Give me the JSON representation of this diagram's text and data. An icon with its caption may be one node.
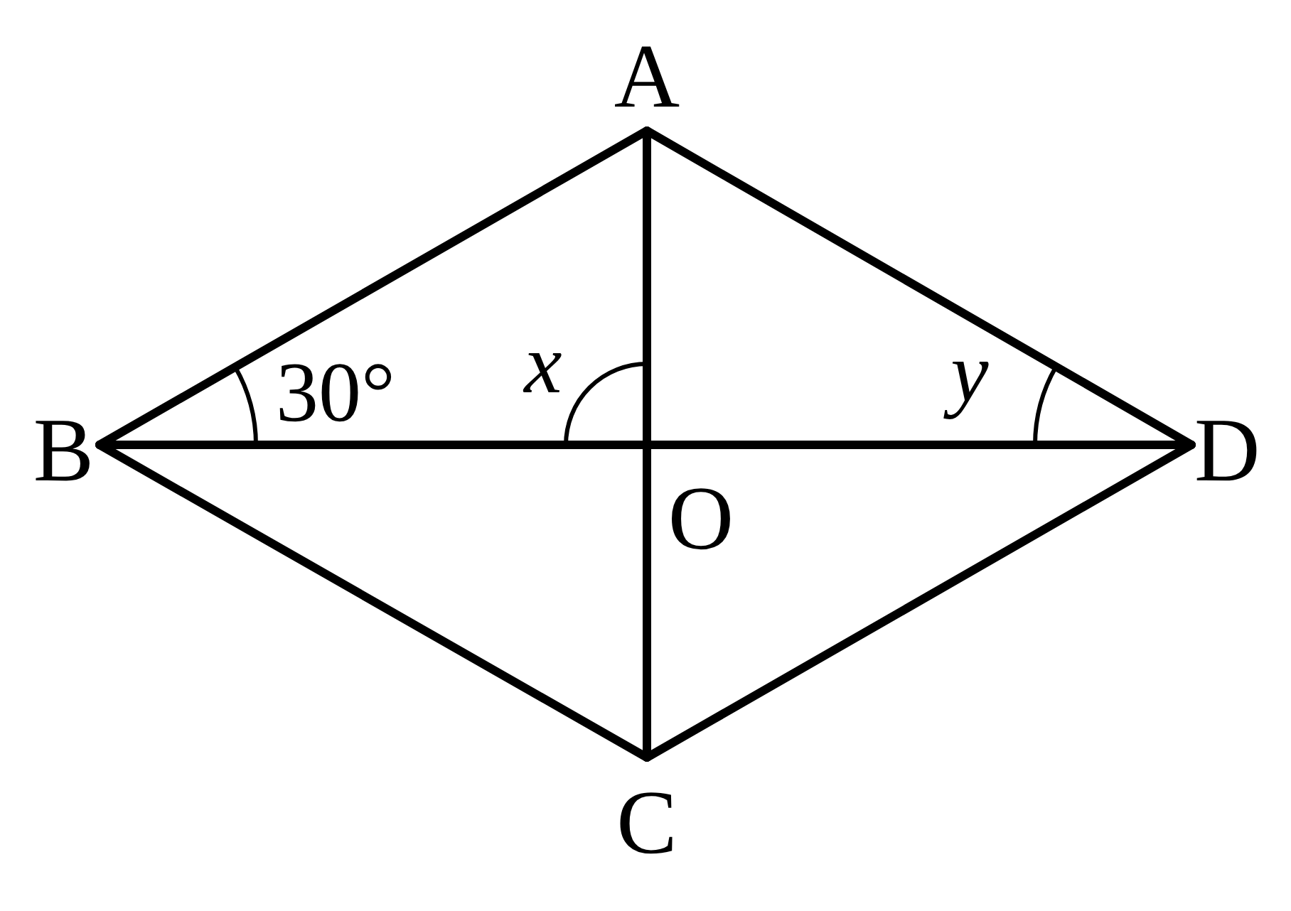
{
  "diagram": {
    "nodes": [
      {
        "text": [
          "A"
        ]
      },
      {
        "text": [
          "B"
        ]
      },
      {
        "text": [
          "C"
        ]
      },
      {
        "text": [
          "D"
        ]
      },
      {
        "text": [
          "O"
        ]
      }
    ],
    "edges": [
      {
        "from": 0,
        "to": 1,
        "arrow": "none"
      },
      {
        "from": 0,
        "to": 3,
        "arrow": "none"
      },
      {
        "from": 1,
        "to": 2,
        "arrow": "none"
      },
      {
        "from": 2,
        "to": 3,
        "arrow": "none"
      },
      {
        "from": 0,
        "to": 2,
        "arrow": "none"
      },
      {
        "from": 1,
        "to": 3,
        "arrow": "none"
      }
    ],
    "labels": [
      "30°",
      "x",
      "y"
    ]
  }
}
